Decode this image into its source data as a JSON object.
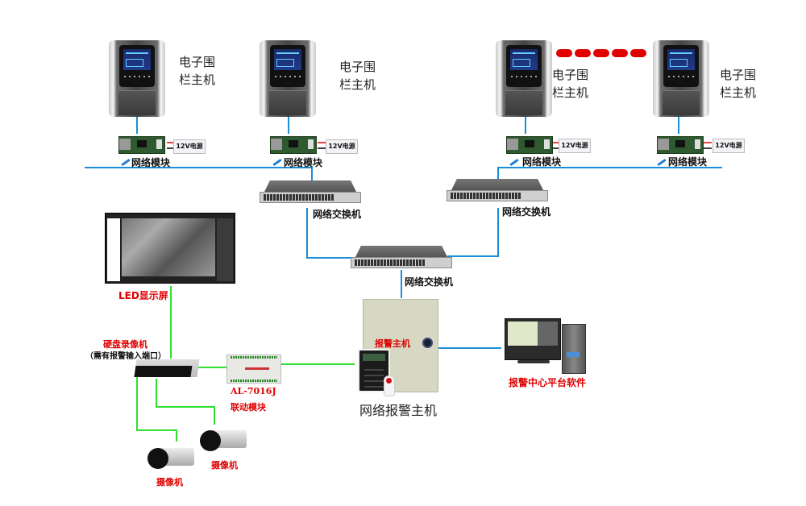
{
  "diagram": {
    "type": "network-topology",
    "colors": {
      "network_line": "#1a8fd8",
      "video_line": "#2ee02e",
      "red_label": "#e00000",
      "ellipsis_dots": "#e00000"
    },
    "fence_hosts": [
      {
        "label_line1": "电子围",
        "label_line2": "栏主机"
      },
      {
        "label_line1": "电子围",
        "label_line2": "栏主机"
      },
      {
        "label_line1": "电子围",
        "label_line2": "栏主机"
      },
      {
        "label_line1": "电子围",
        "label_line2": "栏主机"
      }
    ],
    "net_modules": [
      {
        "label": "网络模块",
        "power_label": "12V电源"
      },
      {
        "label": "网络模块",
        "power_label": "12V电源"
      },
      {
        "label": "网络模块",
        "power_label": "12V电源"
      },
      {
        "label": "网络模块",
        "power_label": "12V电源"
      }
    ],
    "ellipsis_dots_count": 5,
    "switches": [
      {
        "label": "网络交换机"
      },
      {
        "label": "网络交换机"
      },
      {
        "label": "网络交换机"
      }
    ],
    "led_screen": {
      "label": "LED显示屏"
    },
    "dvr": {
      "label": "硬盘录像机",
      "note": "（需有报警输入端口）"
    },
    "link_module": {
      "model": "AL-7016J",
      "label": "联动模块"
    },
    "cameras": [
      {
        "label": "摄像机"
      },
      {
        "label": "摄像机"
      }
    ],
    "alarm_host": {
      "label": "网络报警主机",
      "panel_text": "报警主机"
    },
    "center_software": {
      "label": "报警中心平台软件"
    }
  }
}
